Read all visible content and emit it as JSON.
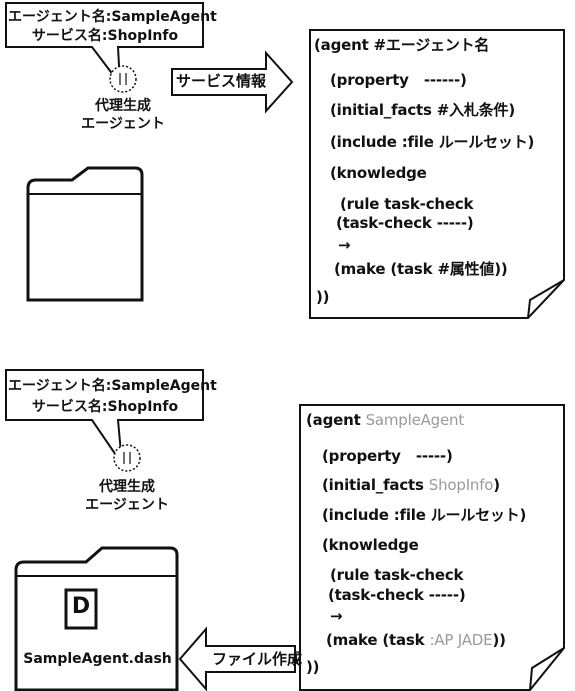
{
  "top": {
    "callout": {
      "line1": "エージェント名:SampleAgent",
      "line2": "サービス名:ShopInfo"
    },
    "agent_label": {
      "line1": "代理生成",
      "line2": "エージェント"
    },
    "arrow_label": "サービス情報",
    "code": {
      "l1": "(agent #エージェント名",
      "l2": "(property   ------)",
      "l3": "(initial_facts #入札条件)",
      "l4": "(include :file ルールセット)",
      "l5": "(knowledge",
      "l6": "(rule task-check",
      "l7": "(task-check -----)",
      "l8": "→",
      "l9": "(make (task #属性値))",
      "l10": "))"
    }
  },
  "bottom": {
    "callout": {
      "line1": "エージェント名:SampleAgent",
      "line2": "サービス名:ShopInfo"
    },
    "agent_label": {
      "line1": "代理生成",
      "line2": "エージェント"
    },
    "arrow_label": "ファイル作成",
    "file_icon_letter": "D",
    "file_name": "SampleAgent.dash",
    "code": {
      "l1a": "(agent ",
      "l1b": "SampleAgent",
      "l2": "(property   -----)",
      "l3a": "(initial_facts ",
      "l3b": "ShopInfo",
      "l3c": ")",
      "l4": "(include :file ルールセット)",
      "l5": "(knowledge",
      "l6": "(rule task-check",
      "l7": "(task-check -----)",
      "l8": "→",
      "l9a": "(make (task ",
      "l9b": ":AP JADE",
      "l9c": "))",
      "l10": "))"
    }
  }
}
